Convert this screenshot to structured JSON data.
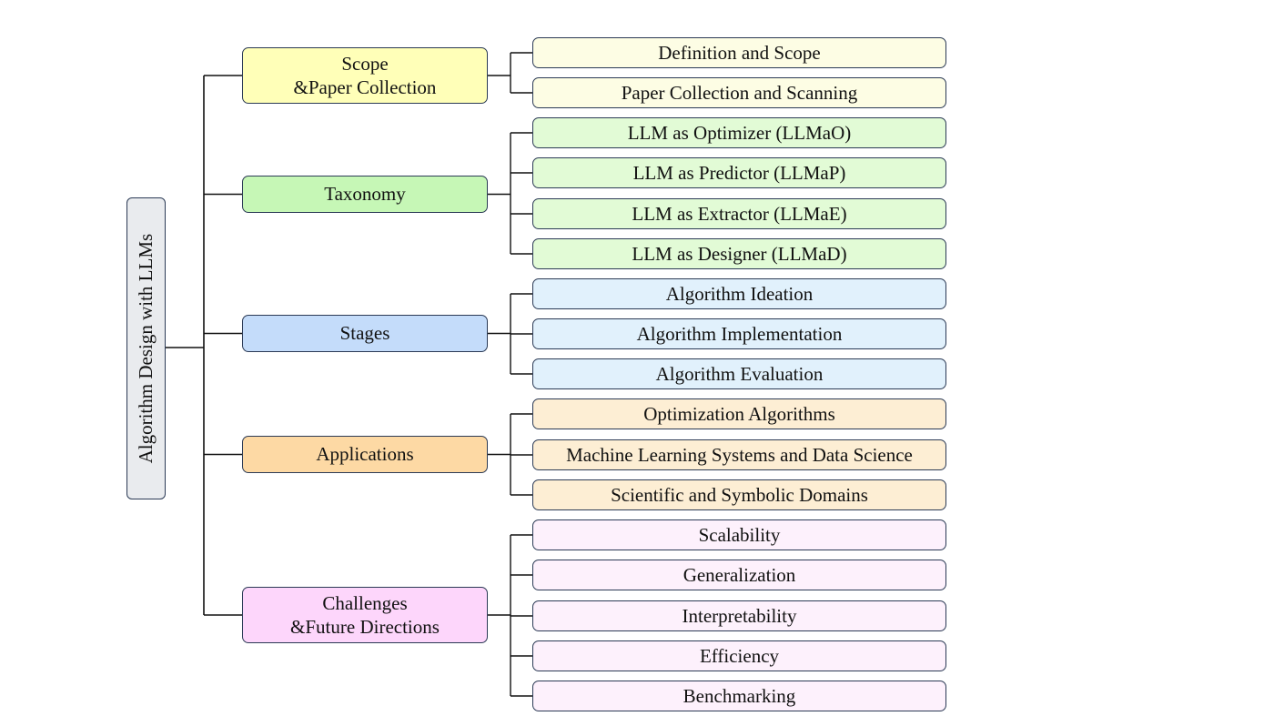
{
  "root": {
    "label": "Algorithm Design with LLMs",
    "color": "#e9ebee"
  },
  "categories": [
    {
      "label": "Scope\n&Paper Collection",
      "color": "#ffffb8",
      "leaf_color": "#fdfde4",
      "items": [
        "Definition and Scope",
        "Paper Collection and Scanning"
      ]
    },
    {
      "label": "Taxonomy",
      "color": "#c6f7b6",
      "leaf_color": "#e2fbd6",
      "items": [
        "LLM as Optimizer (LLMaO)",
        "LLM as Predictor (LLMaP)",
        "LLM as Extractor (LLMaE)",
        "LLM as Designer (LLMaD)"
      ]
    },
    {
      "label": "Stages",
      "color": "#c4dcfa",
      "leaf_color": "#e1f1fc",
      "items": [
        "Algorithm Ideation",
        "Algorithm Implementation",
        "Algorithm Evaluation"
      ]
    },
    {
      "label": "Applications",
      "color": "#fdd9a4",
      "leaf_color": "#fdeed4",
      "items": [
        "Optimization Algorithms",
        "Machine Learning Systems and Data Science",
        "Scientific and Symbolic Domains"
      ]
    },
    {
      "label": "Challenges\n&Future Directions",
      "color": "#fdd6fb",
      "leaf_color": "#fdf1fc",
      "items": [
        "Scalability",
        "Generalization",
        "Interpretability",
        "Efficiency",
        "Benchmarking"
      ]
    }
  ]
}
